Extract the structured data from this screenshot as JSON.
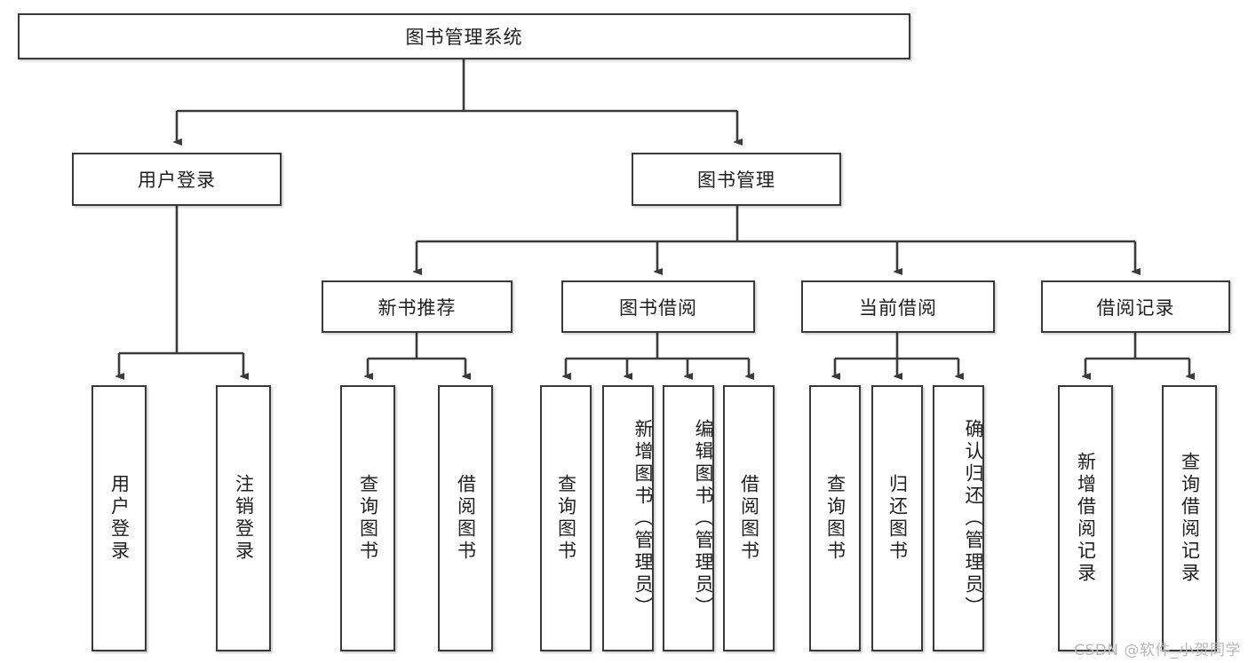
{
  "diagram": {
    "title": "图书管理系统",
    "type": "tree-hierarchy-diagram",
    "watermark": "CSDN @软件_小贺同学",
    "colors": {
      "border": "#3a3a3a",
      "background": "#ffffff",
      "text": "#1f1f1f",
      "watermark": "#b9b9b9"
    },
    "root": {
      "label": "图书管理系统"
    },
    "level2": [
      {
        "label": "用户登录"
      },
      {
        "label": "图书管理"
      }
    ],
    "level3": [
      {
        "label": "新书推荐"
      },
      {
        "label": "图书借阅"
      },
      {
        "label": "当前借阅"
      },
      {
        "label": "借阅记录"
      }
    ],
    "leaves": {
      "user_login": [
        {
          "label": "用户登录"
        },
        {
          "label": "注销登录"
        }
      ],
      "new_book_recommend": [
        {
          "label": "查询图书"
        },
        {
          "label": "借阅图书"
        }
      ],
      "book_borrow": [
        {
          "label": "查询图书"
        },
        {
          "label": "新增图书（管理员）"
        },
        {
          "label": "编辑图书（管理员）"
        },
        {
          "label": "借阅图书"
        }
      ],
      "current_borrow": [
        {
          "label": "查询图书"
        },
        {
          "label": "归还图书"
        },
        {
          "label": "确认归还（管理员）"
        }
      ],
      "borrow_record": [
        {
          "label": "新增借阅记录"
        },
        {
          "label": "查询借阅记录"
        }
      ]
    }
  }
}
